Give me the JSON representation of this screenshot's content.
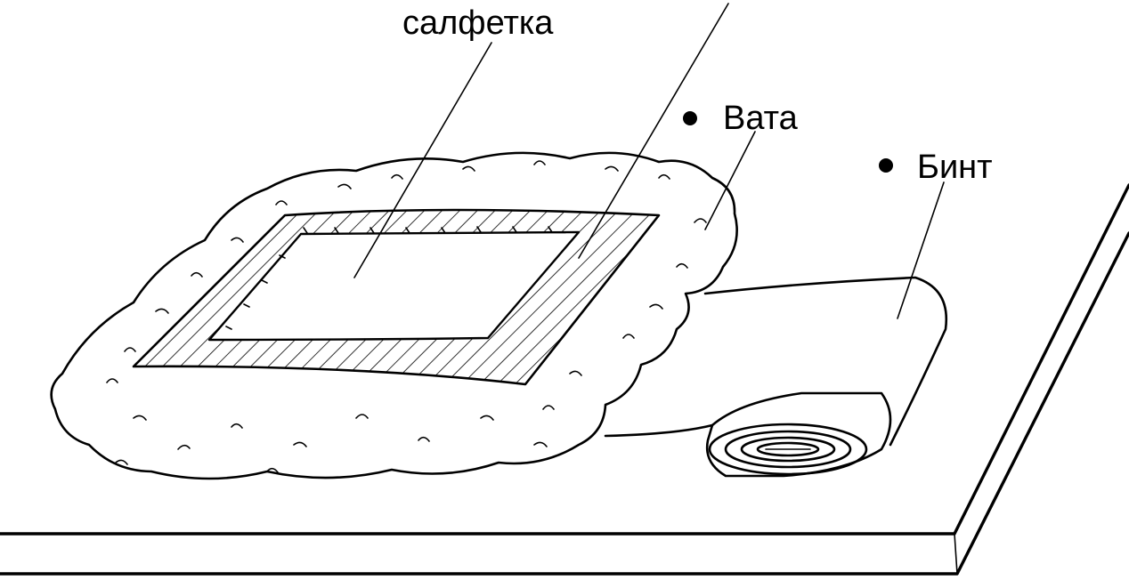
{
  "labels": {
    "napkin": "салфетка",
    "cotton": "Вата",
    "bandage": "Бинт"
  },
  "colors": {
    "ink": "#000000",
    "paper": "#ffffff"
  },
  "icons": {
    "bullet": "bullet-dot-icon"
  }
}
